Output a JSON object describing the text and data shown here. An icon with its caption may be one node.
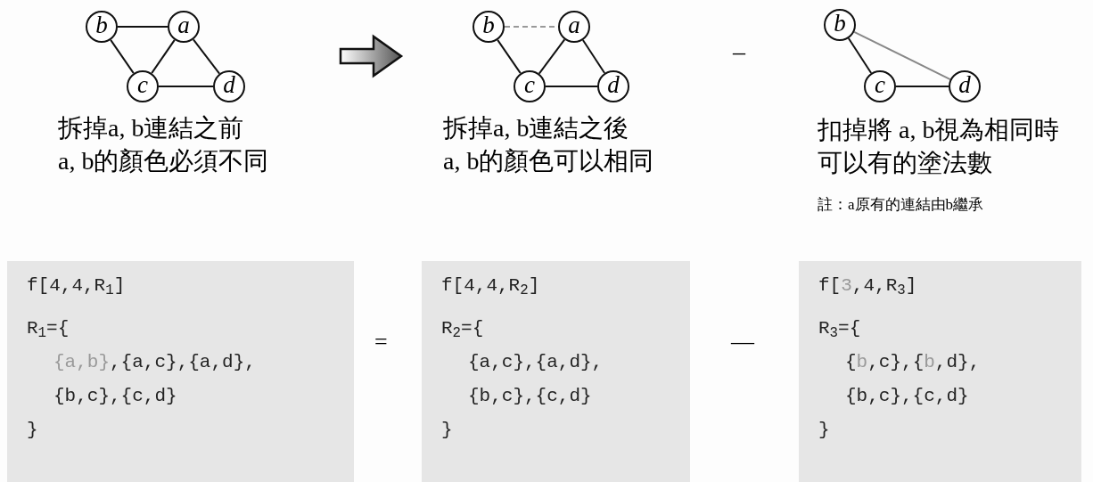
{
  "diagram": {
    "nodes": [
      {
        "text": [
          "b"
        ]
      },
      {
        "text": [
          "a"
        ]
      },
      {
        "text": [
          "c"
        ]
      },
      {
        "text": [
          "d"
        ]
      },
      {
        "text": [
          "b"
        ]
      },
      {
        "text": [
          "a"
        ]
      },
      {
        "text": [
          "c"
        ]
      },
      {
        "text": [
          "d"
        ]
      },
      {
        "text": [
          "b"
        ]
      },
      {
        "text": [
          "c"
        ]
      },
      {
        "text": [
          "d"
        ]
      },
      {
        "text": [
          "f[4,4,R$_{1}$]",
          "R$_{1}$={",
          "{a,b},{a,c},{a,d},",
          "{b,c},{c,d}",
          "}"
        ]
      },
      {
        "text": [
          "f[4,4,R$_{2}$]",
          "R$_{2}$={",
          "{a,c},{a,d},",
          "{b,c},{c,d}",
          "}"
        ]
      },
      {
        "text": [
          "f[3,4,R$_{3}$]",
          "R$_{3}$={",
          "{b,c},{b,d},",
          "{b,c},{c,d}",
          "}"
        ]
      }
    ],
    "edges": [
      {
        "from": 0,
        "to": 1,
        "arrow": "none"
      },
      {
        "from": 0,
        "to": 2,
        "arrow": "none"
      },
      {
        "from": 1,
        "to": 2,
        "arrow": "none"
      },
      {
        "from": 1,
        "to": 3,
        "arrow": "none"
      },
      {
        "from": 2,
        "to": 3,
        "arrow": "none"
      },
      {
        "from": 4,
        "to": 5,
        "arrow": "none",
        "style": "dashed",
        "color": "#999999"
      },
      {
        "from": 4,
        "to": 6,
        "arrow": "none"
      },
      {
        "from": 5,
        "to": 6,
        "arrow": "none"
      },
      {
        "from": 5,
        "to": 7,
        "arrow": "none"
      },
      {
        "from": 6,
        "to": 7,
        "arrow": "none"
      },
      {
        "from": 8,
        "to": 9,
        "arrow": "none"
      },
      {
        "from": 8,
        "to": 10,
        "arrow": "none",
        "color": "#888888"
      },
      {
        "from": 9,
        "to": 10,
        "arrow": "none"
      }
    ],
    "labels": [
      "–",
      "拆掉a, b連結之前",
      "a, b的顏色必須不同",
      "拆掉a, b連結之後",
      "a, b的顏色可以相同",
      "扣掉將 a, b視為相同時",
      "可以有的塗法數",
      "註：a原有的連結由b繼承",
      "=",
      "—"
    ]
  }
}
